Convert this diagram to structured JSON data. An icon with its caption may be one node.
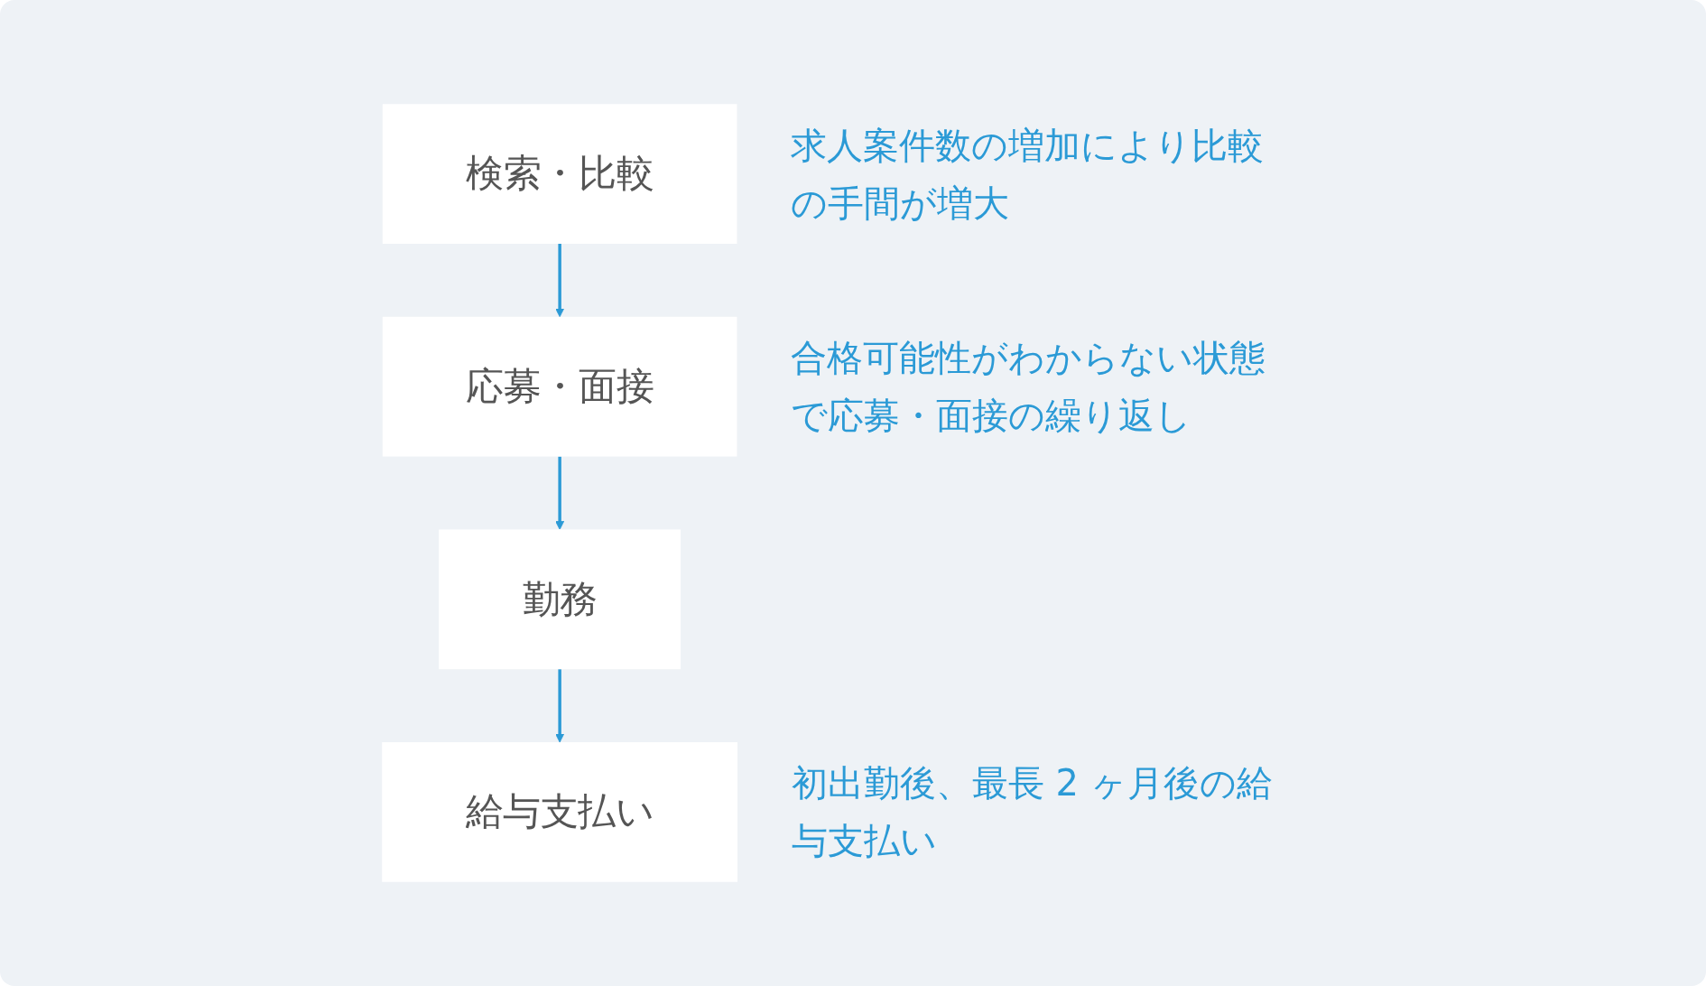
{
  "diagram": {
    "nodes": [
      {
        "text": [
          "検索・比較"
        ],
        "beside": [
          "求人案件数の増加により比較の手間が増大"
        ]
      },
      {
        "text": [
          "応募・面接"
        ],
        "beside": [
          "合格可能性がわからない状態で応募・面接の繰り返し"
        ]
      },
      {
        "text": [
          "勤務"
        ]
      },
      {
        "text": [
          "給与支払い"
        ],
        "beside": [
          "初出勤後、最長 2 ヶ月後の給与支払い"
        ]
      }
    ],
    "edges": [
      {
        "from": 0,
        "to": 1,
        "arrow": "to"
      },
      {
        "from": 1,
        "to": 2,
        "arrow": "to"
      },
      {
        "from": 2,
        "to": 3,
        "arrow": "to"
      }
    ]
  }
}
